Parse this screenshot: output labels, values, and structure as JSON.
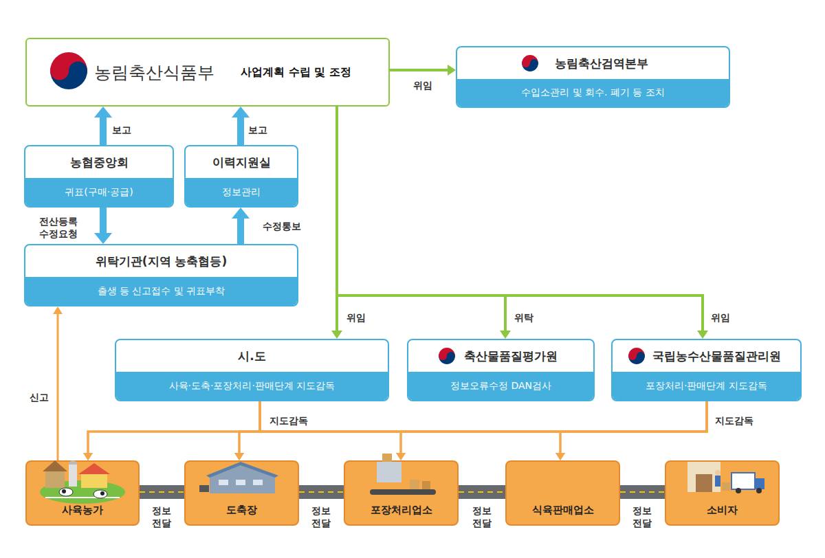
{
  "diagram": {
    "nodes": [
      {
        "text": [
          "농림축산식품부",
          "사업계획 수립 및 조정"
        ]
      },
      {
        "text": [
          "농림축산검역본부",
          "수입소관리 및 회수. 폐기 등 조치"
        ]
      },
      {
        "text": [
          "농협중앙회",
          "귀표(구매·공급)"
        ]
      },
      {
        "text": [
          "이력지원실",
          "정보관리"
        ]
      },
      {
        "text": [
          "위탁기관(지역 농축협등)",
          "출생 등 신고접수 및 귀표부착"
        ]
      },
      {
        "text": [
          "시.도",
          "사육·도축·포장처리·판매단계 지도감독"
        ]
      },
      {
        "text": [
          "축산물품질평가원",
          "정보오류수정 DAN검사"
        ]
      },
      {
        "text": [
          "국립농수산물품질관리원",
          "포장처리·판매단계 지도감독"
        ]
      },
      {
        "text": [
          "사육농가"
        ]
      },
      {
        "text": [
          "도축장"
        ]
      },
      {
        "text": [
          "포장처리업소"
        ]
      },
      {
        "text": [
          "식육판매업소"
        ]
      },
      {
        "text": [
          "소비자"
        ]
      }
    ],
    "edges": [
      {
        "from": 0,
        "to": 1,
        "label": "위임",
        "arrow": "to"
      },
      {
        "from": 2,
        "to": 0,
        "label": "보고",
        "arrow": "to"
      },
      {
        "from": 3,
        "to": 0,
        "label": "보고",
        "arrow": "to"
      },
      {
        "from": 2,
        "to": 4,
        "label": "전산등록 수정요청",
        "arrow": "to"
      },
      {
        "from": 4,
        "to": 3,
        "label": "수정통보",
        "arrow": "to"
      },
      {
        "from": 0,
        "to": 5,
        "label": "위임",
        "arrow": "to"
      },
      {
        "from": 0,
        "to": 6,
        "label": "위탁",
        "arrow": "to"
      },
      {
        "from": 0,
        "to": 7,
        "label": "위임",
        "arrow": "to"
      },
      {
        "from": 8,
        "to": 4,
        "label": "신고",
        "arrow": "to"
      },
      {
        "from": 5,
        "to": 8,
        "label": "지도감독",
        "arrow": "to"
      },
      {
        "from": 5,
        "to": 9,
        "arrow": "to"
      },
      {
        "from": 5,
        "to": 10,
        "arrow": "to"
      },
      {
        "from": 5,
        "to": 11,
        "arrow": "to"
      },
      {
        "from": 7,
        "to": 8,
        "label": "지도감독",
        "arrow": "to"
      },
      {
        "from": 7,
        "to": 9,
        "arrow": "to"
      },
      {
        "from": 7,
        "to": 10,
        "arrow": "to"
      },
      {
        "from": 7,
        "to": 11,
        "arrow": "to"
      },
      {
        "from": 8,
        "to": 9,
        "label": "정보 전달",
        "arrow": "none"
      },
      {
        "from": 9,
        "to": 10,
        "label": "정보 전달",
        "arrow": "none"
      },
      {
        "from": 10,
        "to": 11,
        "label": "정보 전달",
        "arrow": "none"
      },
      {
        "from": 11,
        "to": 12,
        "label": "정보 전달",
        "arrow": "none"
      }
    ]
  }
}
